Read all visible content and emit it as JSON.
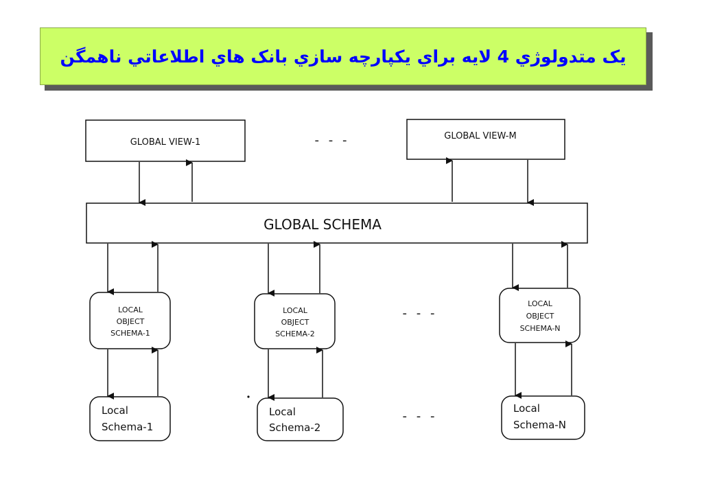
{
  "title": "يک متدولوژي 4 لايه براي يکپارچه سازي بانک هاي اطلاعاتي ناهمگن",
  "colors": {
    "banner_bg": "#ccff66",
    "title_text": "#0000ff",
    "banner_shadow": "#5a5a5a"
  },
  "diagram": {
    "global_views": [
      "GLOBAL VIEW-1",
      "GLOBAL VIEW-M"
    ],
    "global_schema": "GLOBAL SCHEMA",
    "local_object_schemas": [
      [
        "LOCAL",
        "OBJECT",
        "SCHEMA-1"
      ],
      [
        "LOCAL",
        "OBJECT",
        "SCHEMA-2"
      ],
      [
        "LOCAL",
        "OBJECT",
        "SCHEMA-N"
      ]
    ],
    "local_schemas": [
      [
        "Local",
        "Schema-1"
      ],
      [
        "Local",
        "Schema-2"
      ],
      [
        "Local",
        "Schema-N"
      ]
    ],
    "ellipsis": "- - -"
  }
}
